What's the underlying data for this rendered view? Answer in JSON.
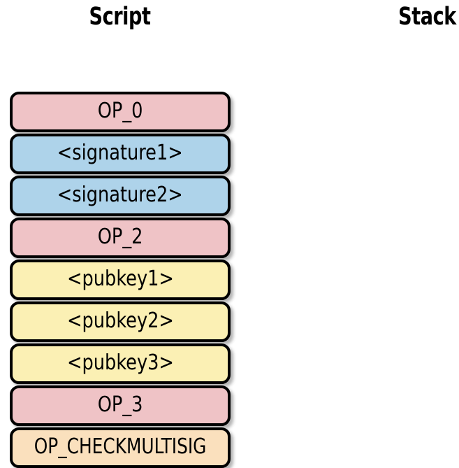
{
  "diagram": {
    "title_visible": false,
    "background_color": "#ffffff",
    "columns": [
      {
        "id": "script",
        "header": "Script"
      },
      {
        "id": "stack",
        "header": "Stack"
      }
    ]
  },
  "palette": {
    "opcode_pink": "#EFC3C6",
    "signature_blue": "#AED3EA",
    "pubkey_yellow": "#FBF0B4",
    "checksig_peach": "#FAE0BD",
    "border": "#000000",
    "text": "#000000"
  },
  "script_column": {
    "header": "Script",
    "items": [
      {
        "label": "OP_0",
        "kind": "opcode",
        "color": "#EFC3C6"
      },
      {
        "label": "<signature1>",
        "kind": "signature",
        "color": "#AED3EA"
      },
      {
        "label": "<signature2>",
        "kind": "signature",
        "color": "#AED3EA"
      },
      {
        "label": "OP_2",
        "kind": "opcode",
        "color": "#EFC3C6"
      },
      {
        "label": "<pubkey1>",
        "kind": "pubkey",
        "color": "#FBF0B4"
      },
      {
        "label": "<pubkey2>",
        "kind": "pubkey",
        "color": "#FBF0B4"
      },
      {
        "label": "<pubkey3>",
        "kind": "pubkey",
        "color": "#FBF0B4"
      },
      {
        "label": "OP_3",
        "kind": "opcode",
        "color": "#EFC3C6"
      },
      {
        "label": "OP_CHECKMULTISIG",
        "kind": "checksig",
        "color": "#FAE0BD"
      }
    ]
  },
  "stack_column": {
    "header": "Stack",
    "items": []
  }
}
